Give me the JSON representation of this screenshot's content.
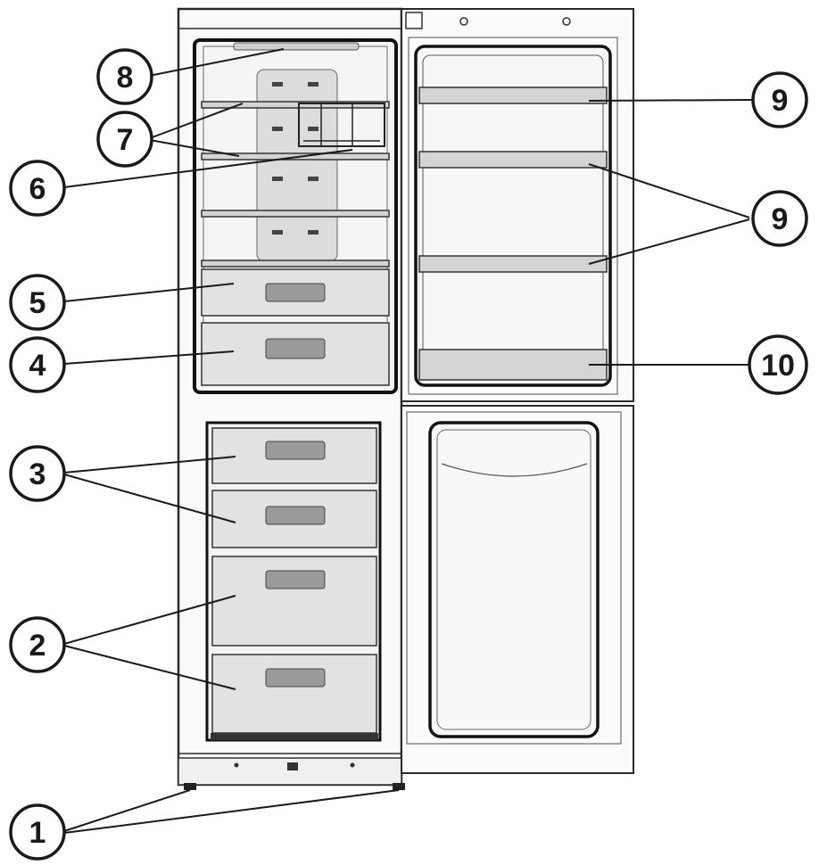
{
  "labels": {
    "foot_label": "1",
    "freezer_lower_drawers_label": "2",
    "freezer_upper_drawers_label": "3",
    "crisper_lower_label": "4",
    "crisper_upper_label": "5",
    "bottle_rack_label": "6",
    "fridge_shelves_label": "7",
    "light_label": "8",
    "door_shelf_top_label": "9",
    "door_shelves_middle_label": "9",
    "door_shelf_bottom_label": "10"
  },
  "colors": {
    "outline": "#1a1a1a",
    "shelf": "#d4d4d4",
    "drawer": "#e2e2e2",
    "background": "#ffffff"
  }
}
